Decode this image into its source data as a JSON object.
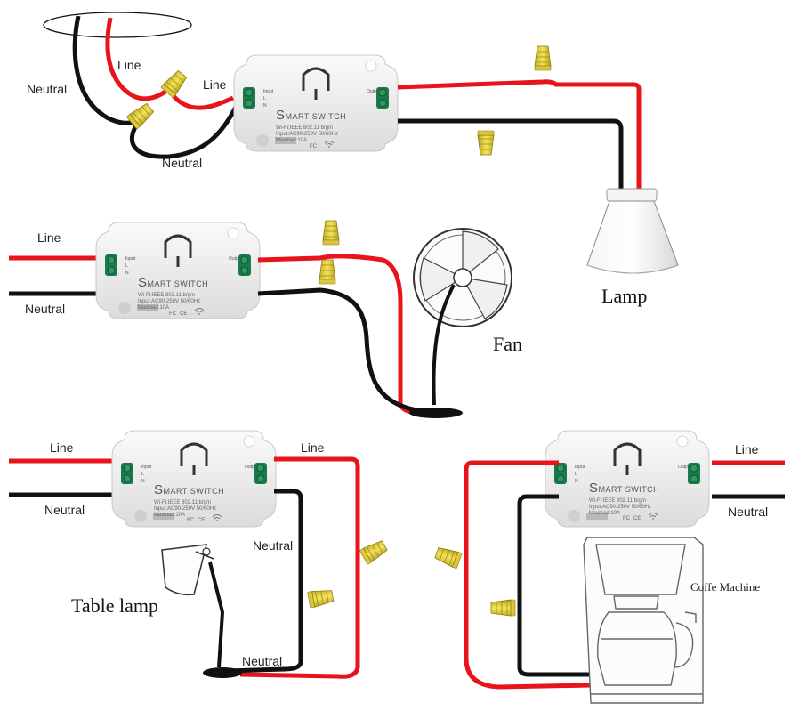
{
  "colors": {
    "line_wire": "#e8141b",
    "neutral_wire": "#111111",
    "connector": "#e9d53a",
    "switch_body": "#eeeeee"
  },
  "smart_switch": {
    "brand_initial": "S",
    "brand_rest": "MART SWITCH",
    "spec_wifi": "Wi-Fi:IEEE 802.11 b/g/n",
    "spec_input": "Input:AC90-250V 50/60Hz",
    "spec_maxload": "Maxload:10A",
    "input_label": "Input",
    "output_label": "Output",
    "terminal_l": "L",
    "terminal_n": "N",
    "cert_fc": "FC",
    "cert_ce": "CE"
  },
  "section_1": {
    "line_label_1": "Line",
    "line_label_2": "Line",
    "neutral_label_1": "Neutral",
    "neutral_label_2": "Neutral",
    "load_label": "Lamp"
  },
  "section_2": {
    "line_label": "Line",
    "neutral_label": "Neutral",
    "load_label": "Fan"
  },
  "section_3": {
    "line_label_in": "Line",
    "neutral_label_in": "Neutral",
    "line_label_out": "Line",
    "neutral_label_mid": "Neutral",
    "neutral_label_bottom": "Neutral",
    "load_label": "Table lamp"
  },
  "section_4": {
    "line_label": "Line",
    "neutral_label": "Neutral",
    "load_label": "Coffe Machine"
  }
}
